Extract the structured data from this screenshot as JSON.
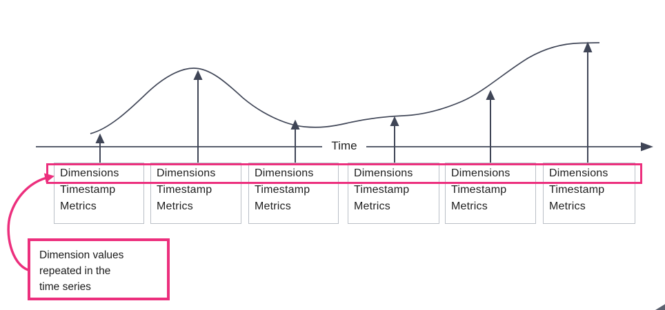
{
  "colors": {
    "accent_pink": "#ec2f7d",
    "line_dark": "#3f4556",
    "box_border": "#b9bec6",
    "text": "#1d1d1d"
  },
  "axis": {
    "label": "Time"
  },
  "records": [
    {
      "dimensions": "Dimensions",
      "timestamp": "Timestamp",
      "metrics": "Metrics"
    },
    {
      "dimensions": "Dimensions",
      "timestamp": "Timestamp",
      "metrics": "Metrics"
    },
    {
      "dimensions": "Dimensions",
      "timestamp": "Timestamp",
      "metrics": "Metrics"
    },
    {
      "dimensions": "Dimensions",
      "timestamp": "Timestamp",
      "metrics": "Metrics"
    },
    {
      "dimensions": "Dimensions",
      "timestamp": "Timestamp",
      "metrics": "Metrics"
    },
    {
      "dimensions": "Dimensions",
      "timestamp": "Timestamp",
      "metrics": "Metrics"
    }
  ],
  "callout": {
    "lines": [
      "Dimension values",
      "repeated in the",
      "time series"
    ]
  }
}
